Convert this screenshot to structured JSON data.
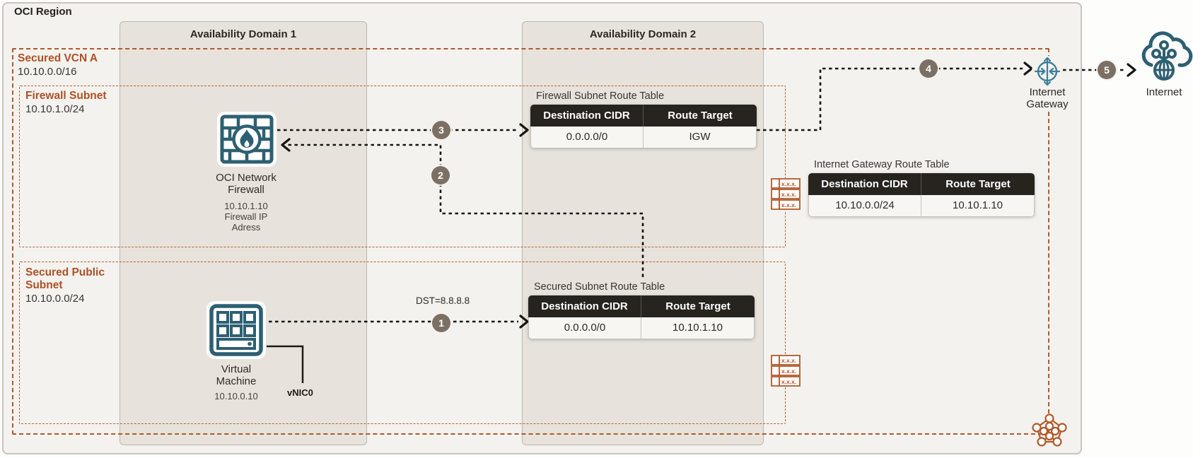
{
  "region": {
    "label": "OCI Region"
  },
  "availability_domains": [
    {
      "label": "Availability Domain 1"
    },
    {
      "label": "Availability Domain 2"
    }
  ],
  "vcn": {
    "label": "Secured VCN A",
    "cidr": "10.10.0.0/16"
  },
  "subnets": {
    "firewall": {
      "label": "Firewall Subnet",
      "cidr": "10.10.1.0/24"
    },
    "secured": {
      "label": "Secured Public Subnet",
      "cidr": "10.10.0.0/24"
    }
  },
  "nodes": {
    "firewall": {
      "label": "OCI Network Firewall",
      "ip": "10.10.1.10",
      "caption_line1": "Firewall IP",
      "caption_line2": "Adress"
    },
    "vm": {
      "label": "Virtual Machine",
      "ip": "10.10.0.10",
      "vnic": "vNIC0"
    },
    "igw": {
      "label": "Internet Gateway"
    },
    "internet": {
      "label": "Internet"
    }
  },
  "tables": {
    "firewall_subnet": {
      "title": "Firewall Subnet Route Table",
      "col1": "Destination CIDR",
      "col2": "Route Target",
      "row": {
        "cidr": "0.0.0.0/0",
        "target": "IGW"
      }
    },
    "internet_gateway": {
      "title": "Internet Gateway Route Table",
      "col1": "Destination CIDR",
      "col2": "Route Target",
      "row": {
        "cidr": "10.10.0.0/24",
        "target": "10.10.1.10"
      }
    },
    "secured_subnet": {
      "title": "Secured Subnet Route Table",
      "col1": "Destination CIDR",
      "col2": "Route Target",
      "row": {
        "cidr": "0.0.0.0/0",
        "target": "10.10.1.10"
      }
    }
  },
  "flow": {
    "dst_label": "DST=8.8.8.8",
    "steps": [
      "1",
      "2",
      "3",
      "4",
      "5"
    ]
  },
  "route_table_icon_text": "x.x.x.",
  "colors": {
    "accent_orange": "#ae592c",
    "label_orange": "#ad5126",
    "icon_teal": "#2d5f72",
    "igw_teal": "#3d7d99",
    "badge_brown": "#7c7064",
    "table_header_bg": "#272420",
    "region_bg": "#f4f2ee",
    "ad_bg": "#e7e3dc"
  }
}
